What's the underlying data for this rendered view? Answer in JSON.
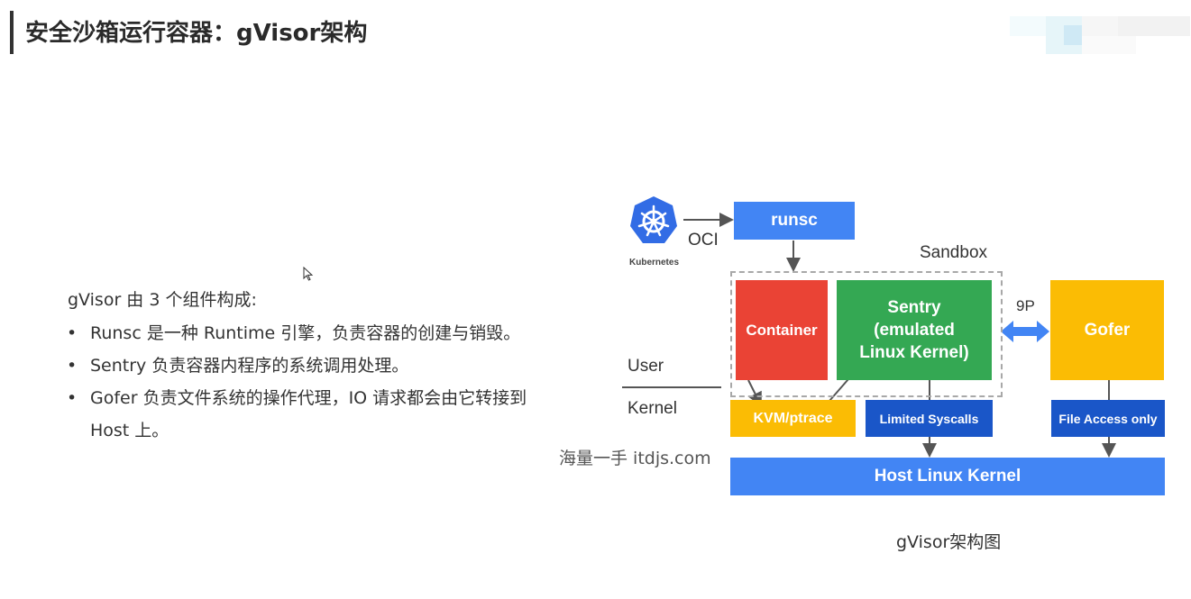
{
  "header": {
    "title": "安全沙箱运行容器：gVisor架构"
  },
  "text_panel": {
    "intro": "gVisor 由 3 个组件构成:",
    "bullet_glyph": "•",
    "bullets": [
      "Runsc 是一种 Runtime 引擎，负责容器的创建与销毁。",
      "Sentry 负责容器内程序的系统调用处理。",
      "Gofer 负责文件系统的操作代理，IO 请求都会由它转接到 Host 上。"
    ]
  },
  "diagram": {
    "kubernetes_label": "Kubernetes",
    "oci_label": "OCI",
    "runsc_label": "runsc",
    "sandbox_label": "Sandbox",
    "container_label": "Container",
    "sentry_label": "Sentry (emulated Linux Kernel)",
    "ninep_label": "9P",
    "gofer_label": "Gofer",
    "user_label": "User",
    "kernel_label": "Kernel",
    "kvm_label": "KVM/ptrace",
    "limited_syscalls_label": "Limited Syscalls",
    "file_access_label": "File Access only",
    "host_kernel_label": "Host Linux Kernel",
    "colors": {
      "blue": "#4285f4",
      "dark_blue": "#1a56c8",
      "red": "#ea4335",
      "green": "#34a853",
      "yellow": "#fbbc04",
      "kubernetes": "#326ce5"
    }
  },
  "watermark": "海量一手 itdjs.com",
  "caption": "gVisor架构图"
}
